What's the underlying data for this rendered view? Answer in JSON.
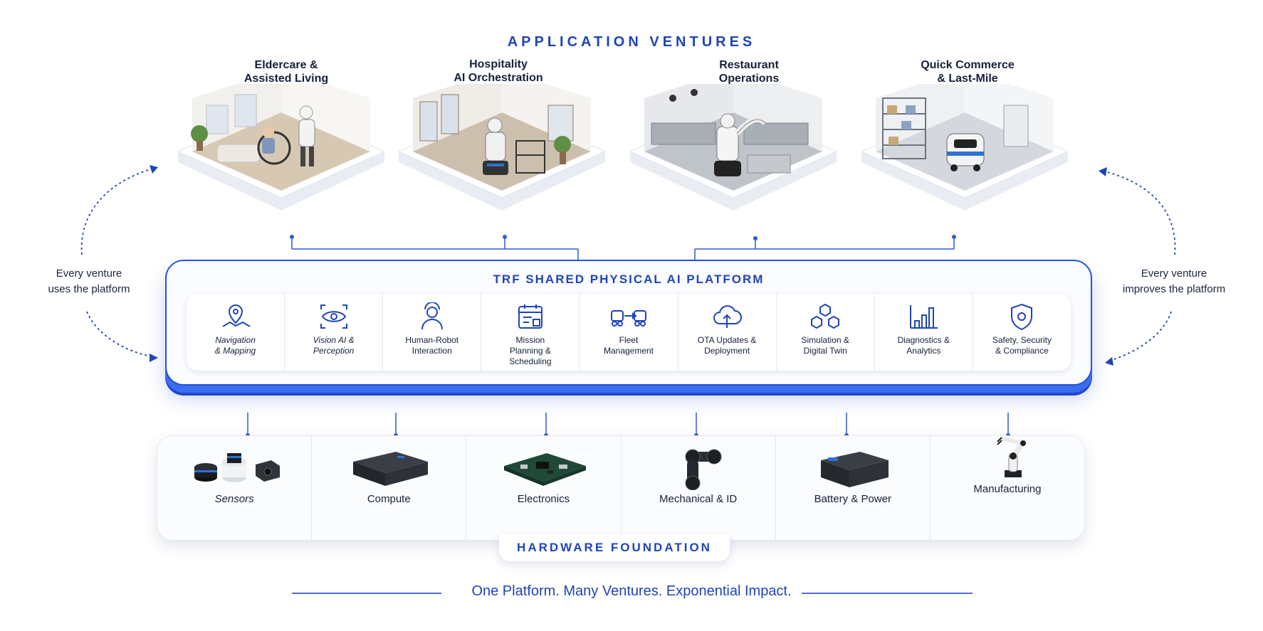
{
  "header": {
    "title": "APPLICATION VENTURES"
  },
  "ventures": [
    {
      "title": "Eldercare &\nAssisted Living",
      "icon": "eldercare-room"
    },
    {
      "title": "Hospitality\nAI Orchestration",
      "icon": "hospitality-room"
    },
    {
      "title": "Restaurant\nOperations",
      "icon": "restaurant-room"
    },
    {
      "title": "Quick Commerce\n& Last-Mile",
      "icon": "warehouse-room"
    }
  ],
  "side_notes": {
    "left": "Every venture\nuses the platform",
    "right": "Every venture\nimproves the platform"
  },
  "platform": {
    "title": "TRF SHARED PHYSICAL AI PLATFORM",
    "capabilities": [
      {
        "label": "Navigation\n& Mapping",
        "icon": "map-pin-icon"
      },
      {
        "label": "Vision AI &\nPerception",
        "icon": "eye-scan-icon"
      },
      {
        "label": "Human-Robot\nInteraction",
        "icon": "person-icon"
      },
      {
        "label": "Mission\nPlanning &\nScheduling",
        "icon": "calendar-icon"
      },
      {
        "label": "Fleet\nManagement",
        "icon": "fleet-icon"
      },
      {
        "label": "OTA Updates &\nDeployment",
        "icon": "cloud-upload-icon"
      },
      {
        "label": "Simulation &\nDigital Twin",
        "icon": "cubes-icon"
      },
      {
        "label": "Diagnostics &\nAnalytics",
        "icon": "bar-chart-icon"
      },
      {
        "label": "Safety, Security\n& Compliance",
        "icon": "shield-icon"
      }
    ]
  },
  "hardware": {
    "title": "HARDWARE FOUNDATION",
    "items": [
      {
        "label": "Sensors",
        "icon": "sensors-art"
      },
      {
        "label": "Compute",
        "icon": "compute-art"
      },
      {
        "label": "Electronics",
        "icon": "circuit-board-art"
      },
      {
        "label": "Mechanical & ID",
        "icon": "joint-art"
      },
      {
        "label": "Battery & Power",
        "icon": "battery-art"
      },
      {
        "label": "Manufacturing",
        "icon": "robot-arm-art"
      }
    ]
  },
  "tagline": "One Platform. Many Ventures. Exponential Impact.",
  "colors": {
    "accent": "#1f45b5",
    "platform_border": "#2453d6",
    "text": "#16203a"
  }
}
